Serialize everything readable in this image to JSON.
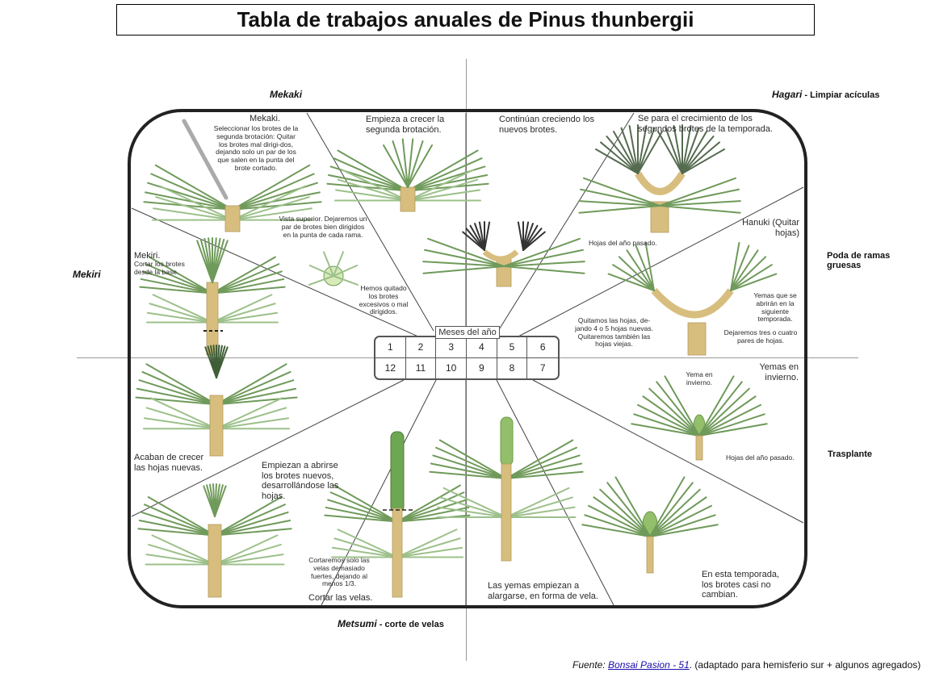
{
  "title": "Tabla de trabajos anuales de Pinus thunbergii",
  "labels": {
    "mekaki": "Mekaki",
    "hagari_name": "Hagari",
    "hagari_desc": " - Limpiar acículas",
    "poda": "Poda de ramas gruesas",
    "mekiri": "Mekiri",
    "trasplante": "Trasplante",
    "metsumi_name": "Metsumi",
    "metsumi_desc": " - corte de velas"
  },
  "panels": {
    "mekaki_title": "Mekaki.",
    "mekaki_text": "Seleccionar los brotes de la segunda brotación: Quitar los brotes mal dirigi-dos, dejando solo un par de los que salen en la punta del brote cortado.",
    "segunda": "Empieza a crecer la segunda brotación.",
    "continuan": "Continúan creciendo los nuevos brotes.",
    "separa": "Se para el crecimiento de los segundos brotes de la temporada.",
    "hojas_pasado": "Hojas del año pasado.",
    "hanuki": "Hanuki (Quitar hojas)",
    "vista": "Vista superior. Dejaremos un par de brotes bien dirigidos en la punta de cada rama.",
    "hemos": "Hemos quitado los brotes excesivos o mal dirigidos.",
    "mekiri_title": "Mekiri.",
    "mekiri_text": "Cortar los brotes desde la base.",
    "quitamos": "Quitamos las hojas, de-jando 4 o 5 hojas nuevas. Quitaremos también las hojas viejas.",
    "yemas_abriran": "Yemas que se abrirán en la siguiente temporada.",
    "dejaremos": "Dejaremos tres o cuatro pares de hojas.",
    "yemas_invierno": "Yemas en invierno.",
    "yema_invierno": "Yema en invierno.",
    "hojas_pasado2": "Hojas del año pasado.",
    "acaban": "Acaban de crecer las hojas nuevas.",
    "empiezan": "Empiezan a abrirse los brotes nuevos, desarrollándose las hojas.",
    "cortaremos": "Cortaremos solo las velas demasiado fuertes, dejando al menos 1/3.",
    "cortar_velas": "Cortar las velas.",
    "yemas_vela": "Las yemas empiezan a alargarse, en forma de vela.",
    "temporada": "En esta temporada, los brotes casi no cambian."
  },
  "months": {
    "title": "Meses del año",
    "top": [
      "1",
      "2",
      "3",
      "4",
      "5",
      "6"
    ],
    "bottom": [
      "12",
      "11",
      "10",
      "9",
      "8",
      "7"
    ]
  },
  "source": {
    "prefix": "Fuente: ",
    "link": "Bonsai Pasion - 51",
    "suffix": ". (adaptado para hemisferio sur + algunos agregados)"
  },
  "colors": {
    "needle": "#6f9a5a",
    "needle_light": "#9cc08a",
    "bark": "#d8be7e",
    "bud": "#93bf6a",
    "frame": "#222222"
  }
}
